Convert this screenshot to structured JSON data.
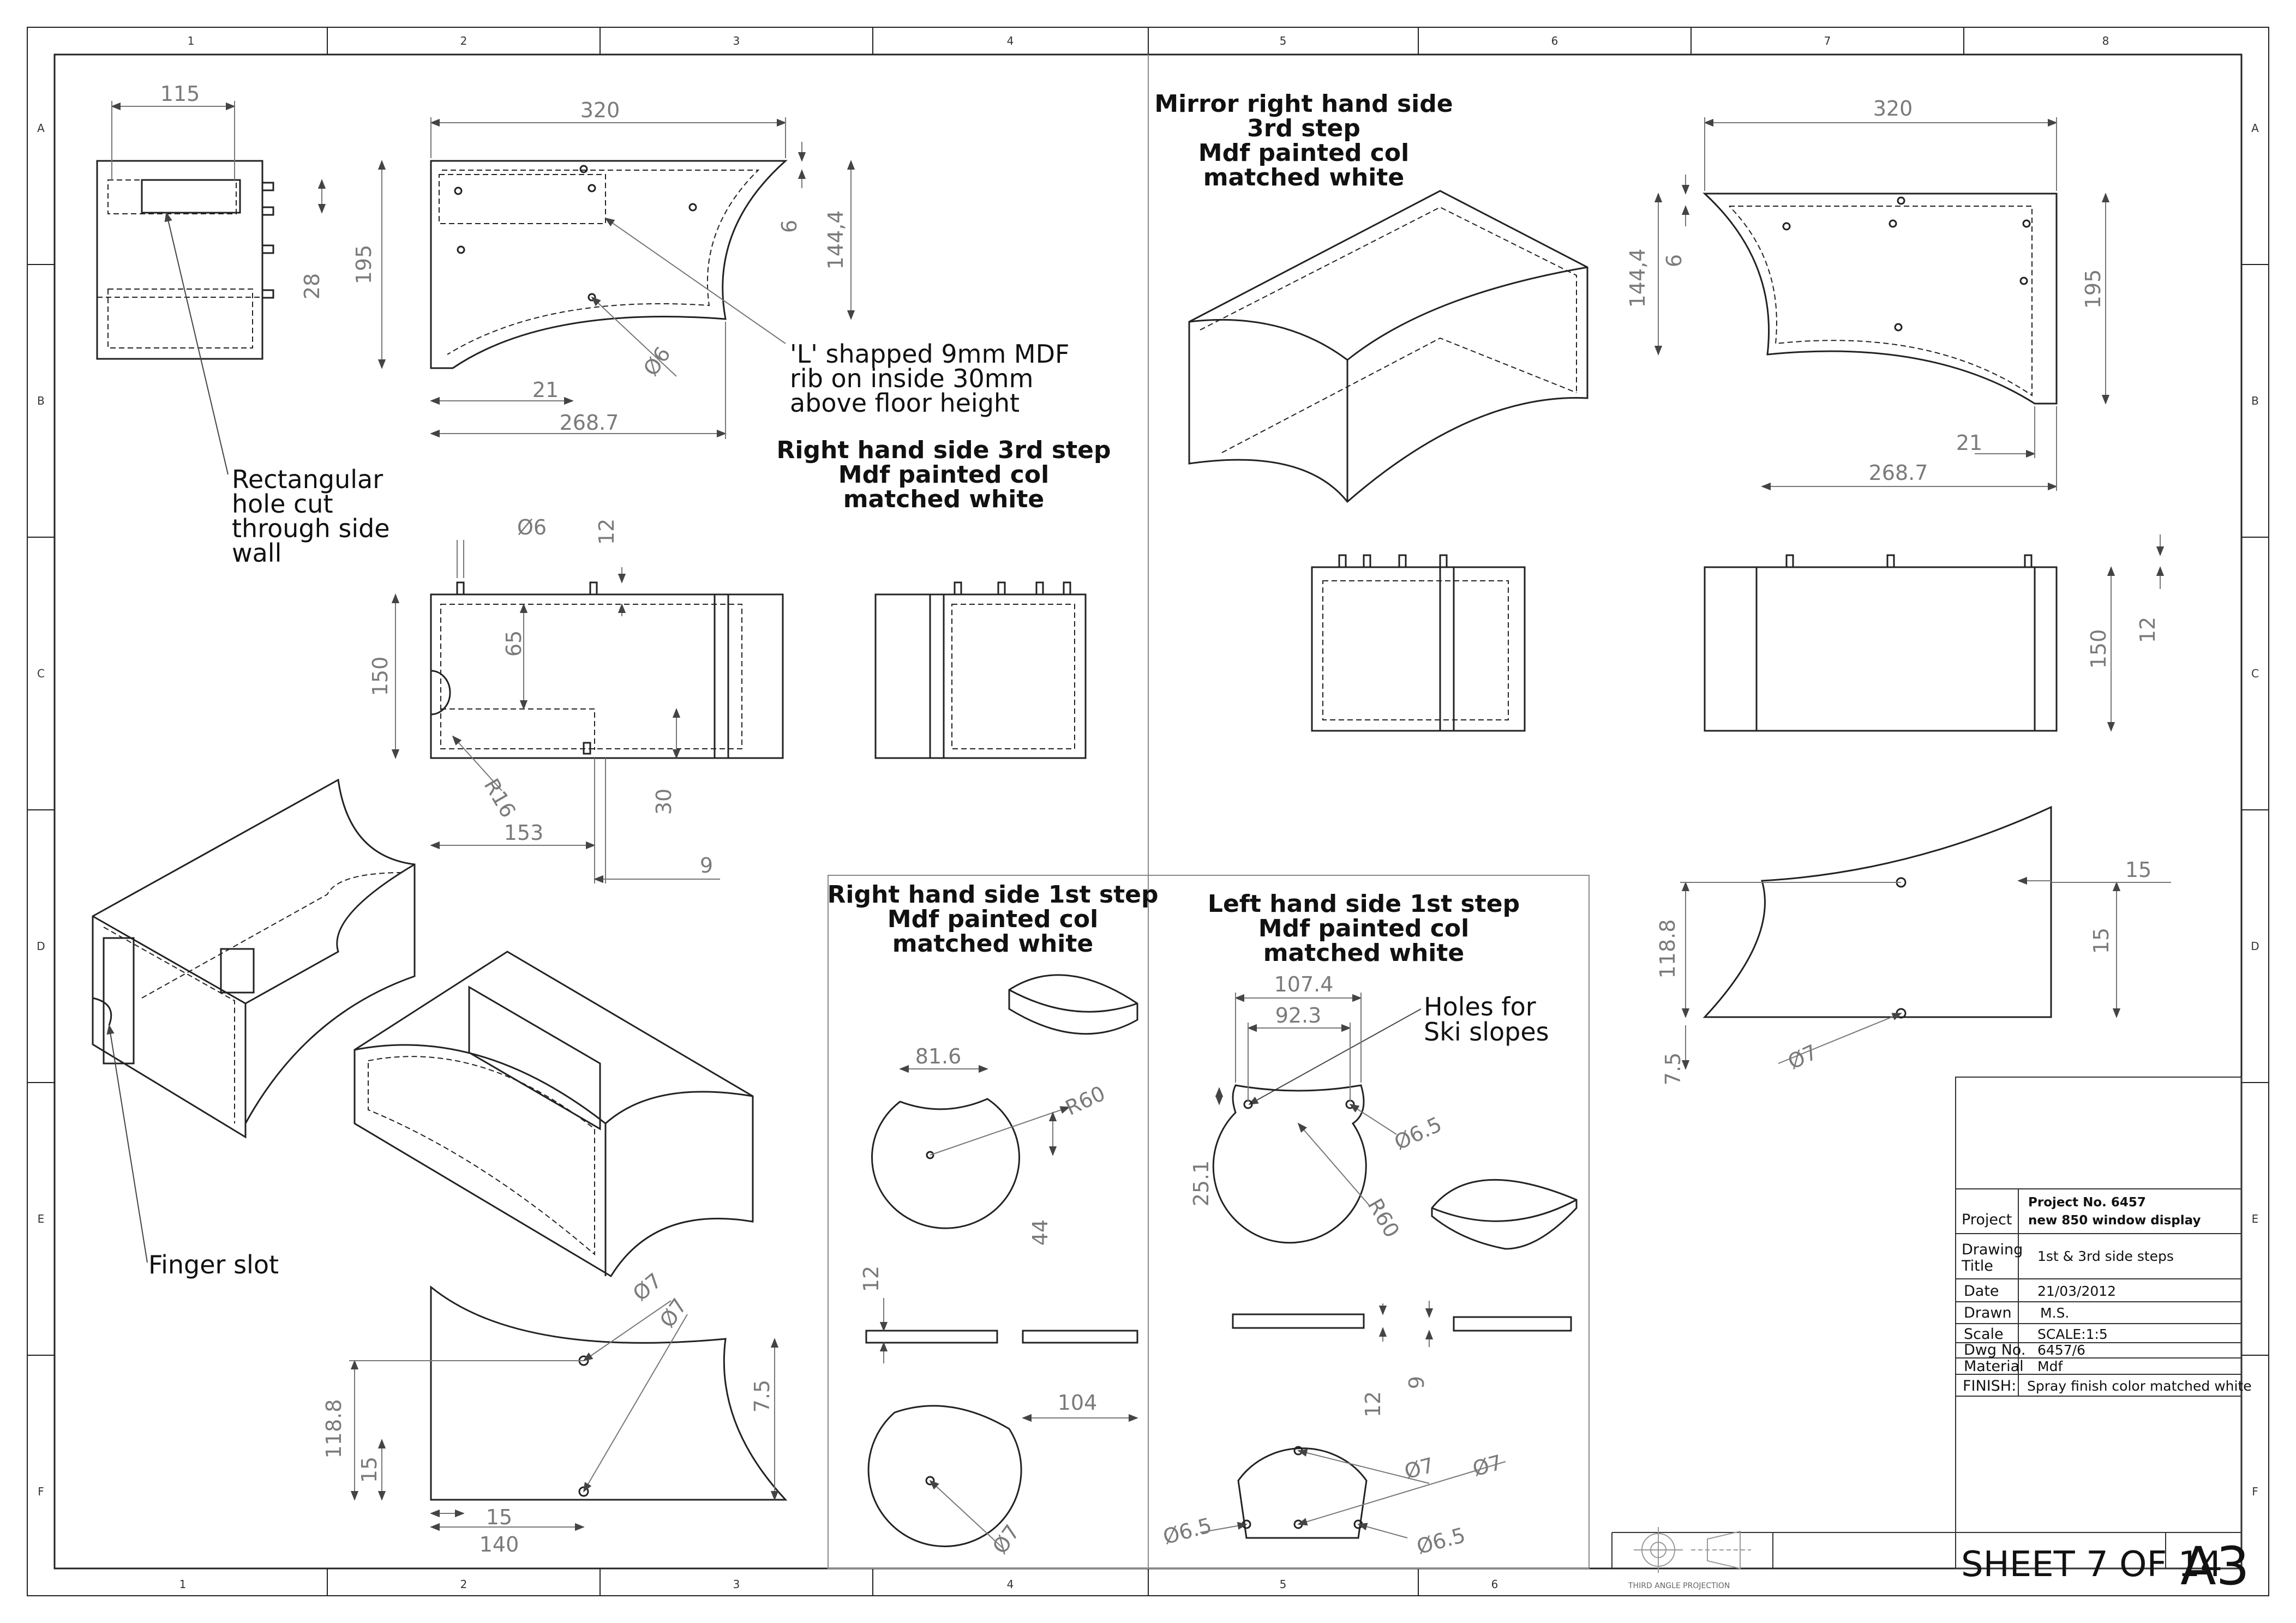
{
  "zones": {
    "cols": [
      "1",
      "2",
      "3",
      "4",
      "5",
      "6",
      "7",
      "8"
    ],
    "rows": [
      "A",
      "B",
      "C",
      "D",
      "E",
      "F"
    ],
    "bottom_cols": [
      "1",
      "2",
      "3",
      "4",
      "5",
      "6"
    ]
  },
  "views": {
    "right_3rd": {
      "title": [
        "Right hand side 3rd step",
        "Mdf painted col",
        "matched white"
      ],
      "dims": {
        "w115": "115",
        "w320": "320",
        "h195": "195",
        "h28": "28",
        "h144": "144,4",
        "h6": "6",
        "d6": "Ø6",
        "w21": "21",
        "w268": "268.7",
        "d6b": "Ø6",
        "h12": "12",
        "h150": "150",
        "h65": "65",
        "r16": "R16",
        "w153": "153",
        "h30": "30",
        "w9": "9",
        "d7a": "Ø7",
        "d7b": "Ø7",
        "h118": "118.8",
        "h15": "15",
        "h7_5": "7.5",
        "w15": "15",
        "w140": "140"
      },
      "notes": {
        "rib": [
          "'L' shapped 9mm MDF",
          "rib on inside 30mm",
          "above floor height"
        ],
        "hole": [
          "Rectangular",
          "hole cut",
          "through side",
          "wall"
        ],
        "finger": "Finger slot"
      }
    },
    "mirror_3rd": {
      "title": [
        "Mirror right hand side",
        "3rd step",
        "Mdf painted col",
        "matched white"
      ],
      "dims": {
        "w320": "320",
        "h144": "144,4",
        "h6": "6",
        "h195": "195",
        "w21": "21",
        "w268": "268.7",
        "h150": "150",
        "h12": "12",
        "h118": "118.8",
        "h15": "15",
        "w15": "15",
        "h7_5": "7.5",
        "d7": "Ø7"
      }
    },
    "right_1st": {
      "title": [
        "Right hand side 1st step",
        "Mdf painted col",
        "matched white"
      ],
      "dims": {
        "w81": "81.6",
        "r60": "R60",
        "h44": "44",
        "h12": "12",
        "w104": "104",
        "d7": "Ø7"
      }
    },
    "left_1st": {
      "title": [
        "Left hand side 1st step",
        "Mdf painted col",
        "matched white"
      ],
      "dims": {
        "w107": "107.4",
        "w92": "92.3",
        "h25": "25.1",
        "d6_5": "Ø6.5",
        "r60": "R60",
        "h12": "12",
        "h9": "9",
        "d7a": "Ø7",
        "d7b": "Ø7",
        "d6_5b": "Ø6.5",
        "d6_5c": "Ø6.5"
      },
      "note": [
        "Holes for",
        "Ski slopes"
      ]
    }
  },
  "title_block": {
    "project_label": "Project",
    "project_no": "Project No. 6457",
    "project_name": "new 850 window display",
    "drawing_title_label": [
      "Drawing",
      "Title"
    ],
    "drawing_title": "1st & 3rd side steps",
    "date_label": "Date",
    "date": "21/03/2012",
    "drawn_label": "Drawn",
    "drawn": "M.S.",
    "scale_label": "Scale",
    "scale": "SCALE:1:5",
    "dwg_label": "Dwg No.",
    "dwg": "6457/6",
    "material_label": "Material",
    "material": "Mdf",
    "finish_label": "FINISH:",
    "finish": "Spray finish color matched white",
    "sheet": "SHEET 7 OF 14",
    "size": "A3",
    "projection": "THIRD ANGLE PROJECTION"
  }
}
